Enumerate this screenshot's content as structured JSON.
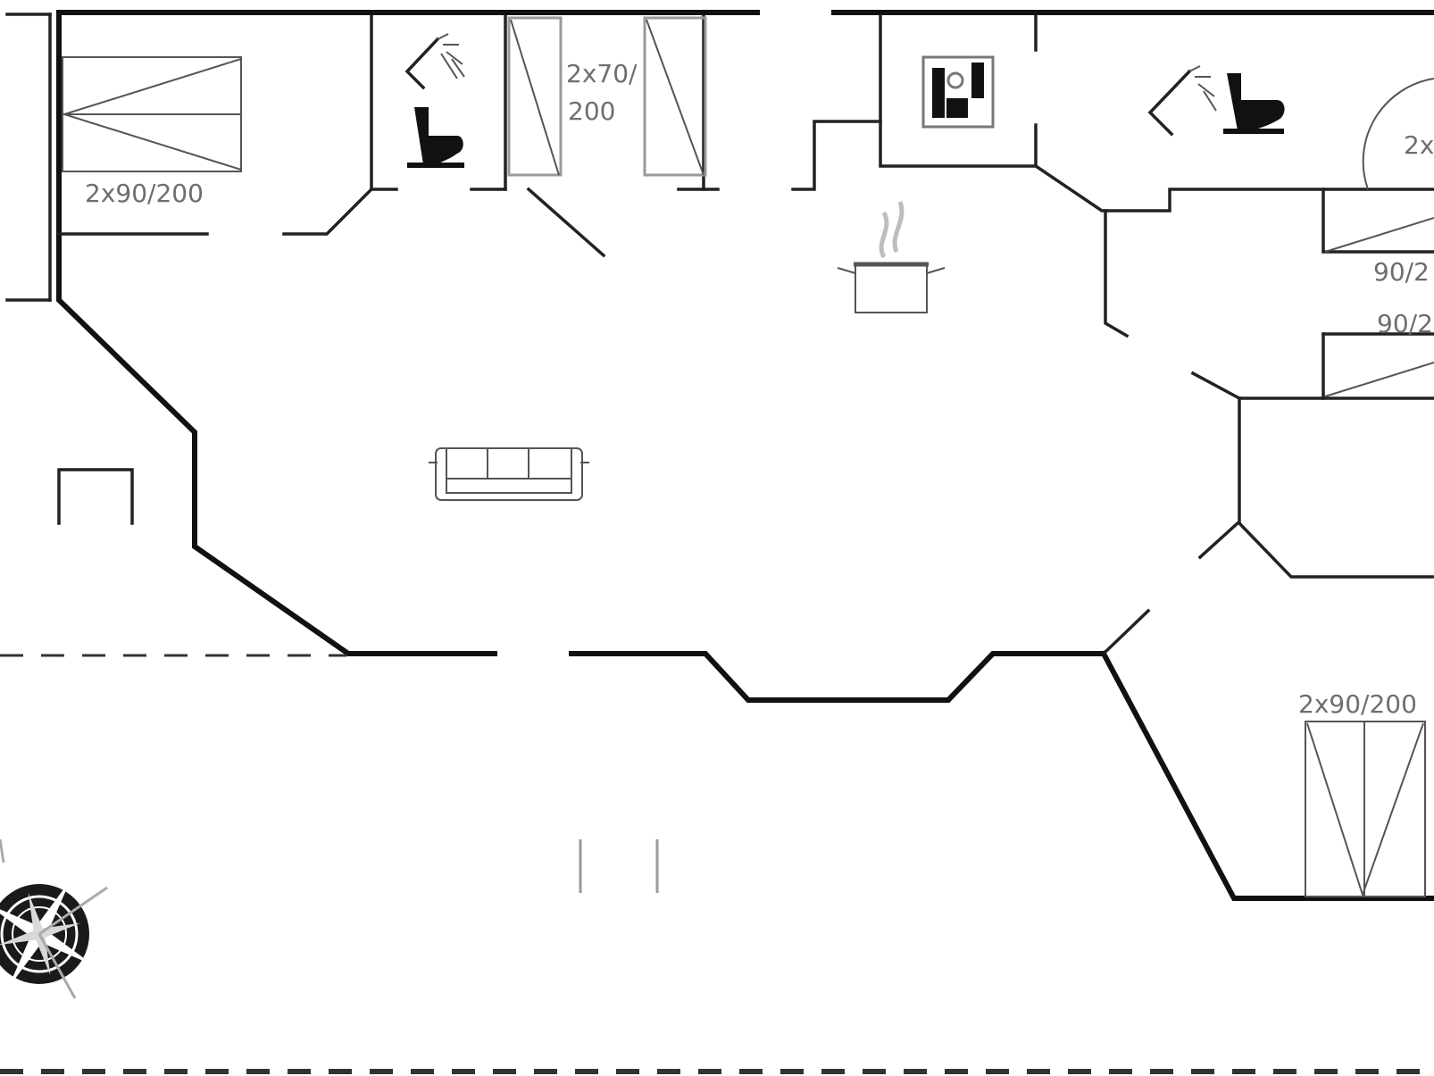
{
  "labels": {
    "bed_top_left": "2x90/200",
    "bed_top_mid_1": "2x70/",
    "bed_top_mid_2": "200",
    "bed_right_1": "90/2",
    "bed_right_2": "90/2",
    "bed_bottom_right": "2x90/200",
    "bed_cut_right": "2x"
  },
  "icons": [
    "shower-icon",
    "toilet-icon",
    "washing-machine-icon",
    "cooking-pot-icon",
    "sofa-icon",
    "compass-rose-icon"
  ],
  "colors": {
    "wall": "#111111",
    "label": "#6e6e6e",
    "background": "#ffffff"
  }
}
